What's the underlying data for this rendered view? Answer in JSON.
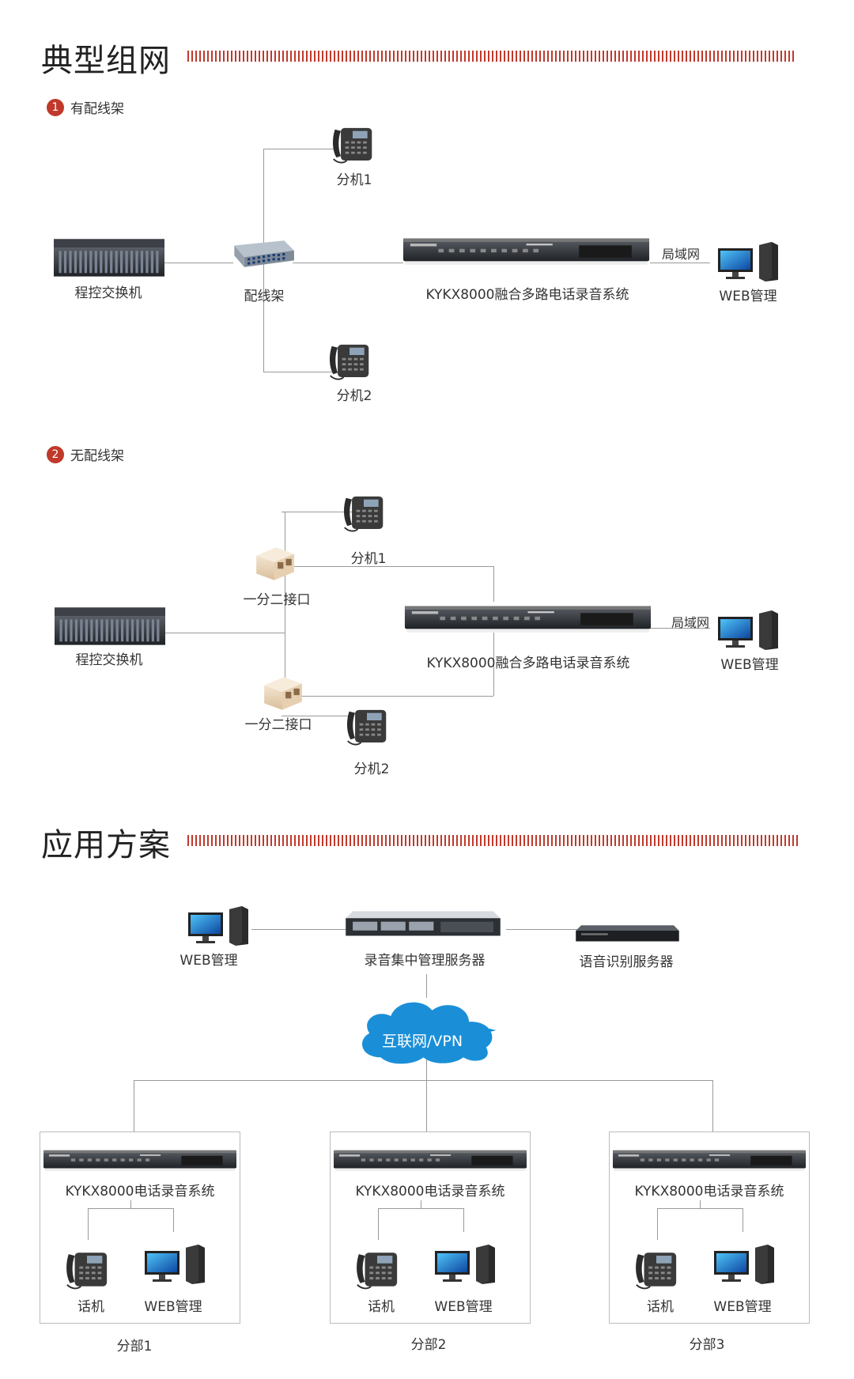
{
  "sections": {
    "typical": {
      "title": "典型组网"
    },
    "solution": {
      "title": "应用方案"
    }
  },
  "diagram1": {
    "badge": "1",
    "title": "有配线架",
    "pbx_label": "程控交换机",
    "patch_label": "配线架",
    "ext1_label": "分机1",
    "ext2_label": "分机2",
    "recorder_label": "KYKX8000融合多路电话录音系统",
    "lan_label": "局域网",
    "web_label": "WEB管理"
  },
  "diagram2": {
    "badge": "2",
    "title": "无配线架",
    "pbx_label": "程控交换机",
    "splitter1_label": "一分二接口",
    "splitter2_label": "一分二接口",
    "ext1_label": "分机1",
    "ext2_label": "分机2",
    "recorder_label": "KYKX8000融合多路电话录音系统",
    "lan_label": "局域网",
    "web_label": "WEB管理"
  },
  "diagram3": {
    "web_label": "WEB管理",
    "central_label": "录音集中管理服务器",
    "asr_label": "语音识别服务器",
    "cloud_label": "互联网/VPN",
    "branches": [
      {
        "recorder_label": "KYKX8000电话录音系统",
        "phone_label": "话机",
        "web_label": "WEB管理",
        "branch_label": "分部1"
      },
      {
        "recorder_label": "KYKX8000电话录音系统",
        "phone_label": "话机",
        "web_label": "WEB管理",
        "branch_label": "分部2"
      },
      {
        "recorder_label": "KYKX8000电话录音系统",
        "phone_label": "话机",
        "web_label": "WEB管理",
        "branch_label": "分部3"
      }
    ]
  },
  "colors": {
    "accent": "#c0392b",
    "cloud": "#1a8fd8",
    "line": "#999999"
  }
}
